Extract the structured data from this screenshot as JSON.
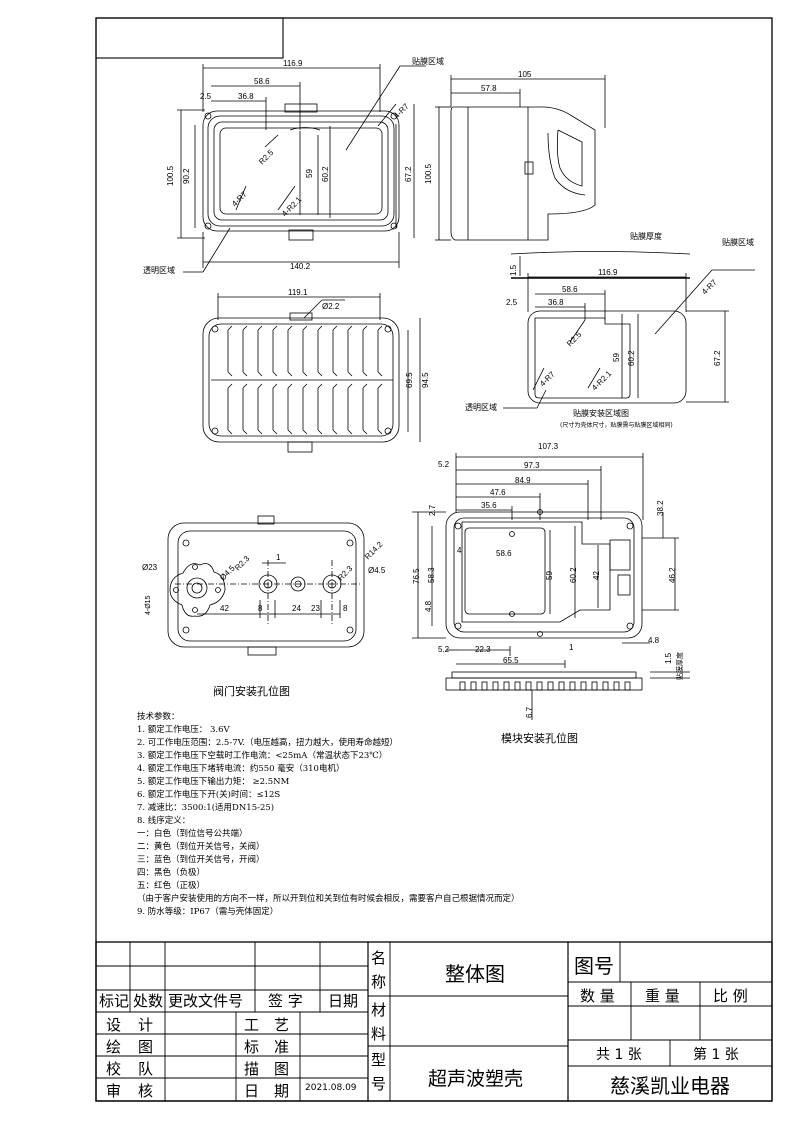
{
  "views": {
    "front": {
      "dims": {
        "w116": "116.9",
        "w58": "58.6",
        "w36": "36.8",
        "w25": "2.5",
        "h100": "100.5",
        "h90": "90.2",
        "h59": "59",
        "h60": "60.2",
        "h67": "67.2",
        "h100r": "100.5",
        "w140": "140.2",
        "r47a": "4-R7",
        "r25": "R2.5",
        "r47b": "4-R7",
        "r421": "4-R2.1"
      },
      "label_film": "贴膜区域",
      "label_trans": "透明区域"
    },
    "side": {
      "dims": {
        "w105": "105",
        "w57": "57.8"
      }
    },
    "back": {
      "dims": {
        "w119": "119.1",
        "d22": "Ø2.2",
        "h69": "69.5",
        "h94": "94.5"
      }
    },
    "film": {
      "dims": {
        "t15": "1.5",
        "w116": "116.9",
        "w58": "58.6",
        "w36": "36.8",
        "w25": "2.5",
        "h59": "59",
        "h60": "60.2",
        "h67": "67.2",
        "r47a": "4-R7",
        "r25": "R2.5",
        "r47b": "4-R7",
        "r421": "4-R2.1"
      },
      "label_thick": "贴膜厚度",
      "label_film": "贴膜区域",
      "label_trans": "透明区域",
      "caption": "贴膜安装区域图",
      "note": "(尺寸为壳体尺寸，贴膜需与贴膜区域相同)"
    },
    "valve": {
      "dims": {
        "d23": "Ø23",
        "d45a": "Ø4.5",
        "r23": "R2.3",
        "one": "1",
        "r142": "R14.2",
        "r23b": "R2.3",
        "d45b": "Ø4.5",
        "f415": "4-Ø15",
        "w42": "42",
        "w8a": "8",
        "w24": "24",
        "w23": "23",
        "w8b": "8"
      },
      "caption": "阀门安装孔位图"
    },
    "module": {
      "dims": {
        "w107": "107.3",
        "w52": "5.2",
        "w97": "97.3",
        "w84": "84.9",
        "w47": "47.6",
        "w35": "35.6",
        "h27": "2.7",
        "h4": "4",
        "w58": "58.6",
        "h76": "76.5",
        "h58": "58.3",
        "h48": "4.8",
        "h59": "59",
        "h60": "60.2",
        "h42": "42",
        "h38": "38.2",
        "h46": "46.2",
        "w48": "4.8",
        "w52b": "5.2",
        "w22": "22.3",
        "w1": "1",
        "w65": "65.5",
        "h15": "1.5",
        "h67": "6.7"
      },
      "label_thick": "贴膜厚度",
      "caption": "模块安装孔位图"
    }
  },
  "notes": [
    "技术参数：",
    "1. 额定工作电压： 3.6V",
    "2. 可工作电压范围：2.5-7V.（电压越高，扭力越大，使用寿命越短）",
    "3. 额定工作电压下空载时工作电流：<25mA（常温状态下23℃）",
    "4. 额定工作电压下堵转电流：约550 毫安（310电机）",
    "5. 额定工作电压下输出力矩： ≥2.5NM",
    "6. 额定工作电压下开(关)时间：≤12S",
    "7. 减速比：3500:1(适用DN15-25)",
    "8. 线序定义：",
    "   一：白色（到位信号公共端）",
    "   二：黄色（到位开关信号，关阀）",
    "   三：蓝色（到位开关信号，开阀）",
    "   四：黑色（负极）",
    "   五：红色（正极）",
    "（由于客户安装使用的方向不一样，所以开到位和关到位有时候会相反，需要客户自己根据情况而定）",
    "9. 防水等级：IP67（需与壳体固定）"
  ],
  "title_block": {
    "headers": [
      "标记",
      "处数",
      "更改文件号",
      "签 字",
      "日期"
    ],
    "left_rows": [
      [
        "设",
        "计",
        "工",
        "艺"
      ],
      [
        "绘",
        "图",
        "标",
        "准"
      ],
      [
        "校",
        "队",
        "描",
        "图"
      ],
      [
        "审",
        "核",
        "日",
        "期"
      ]
    ],
    "date": "2021.08.09",
    "name_label": "名称",
    "material_label": "材料",
    "model_label": "型号",
    "drawing_name": "整体图",
    "model_name": "超声波塑壳",
    "drawing_no_label": "图号",
    "qty_label": "数 量",
    "weight_label": "重 量",
    "scale_label": "比 例",
    "sheets_total": "共 1 张",
    "sheet_no": "第 1 张",
    "company": "慈溪凯业电器"
  }
}
